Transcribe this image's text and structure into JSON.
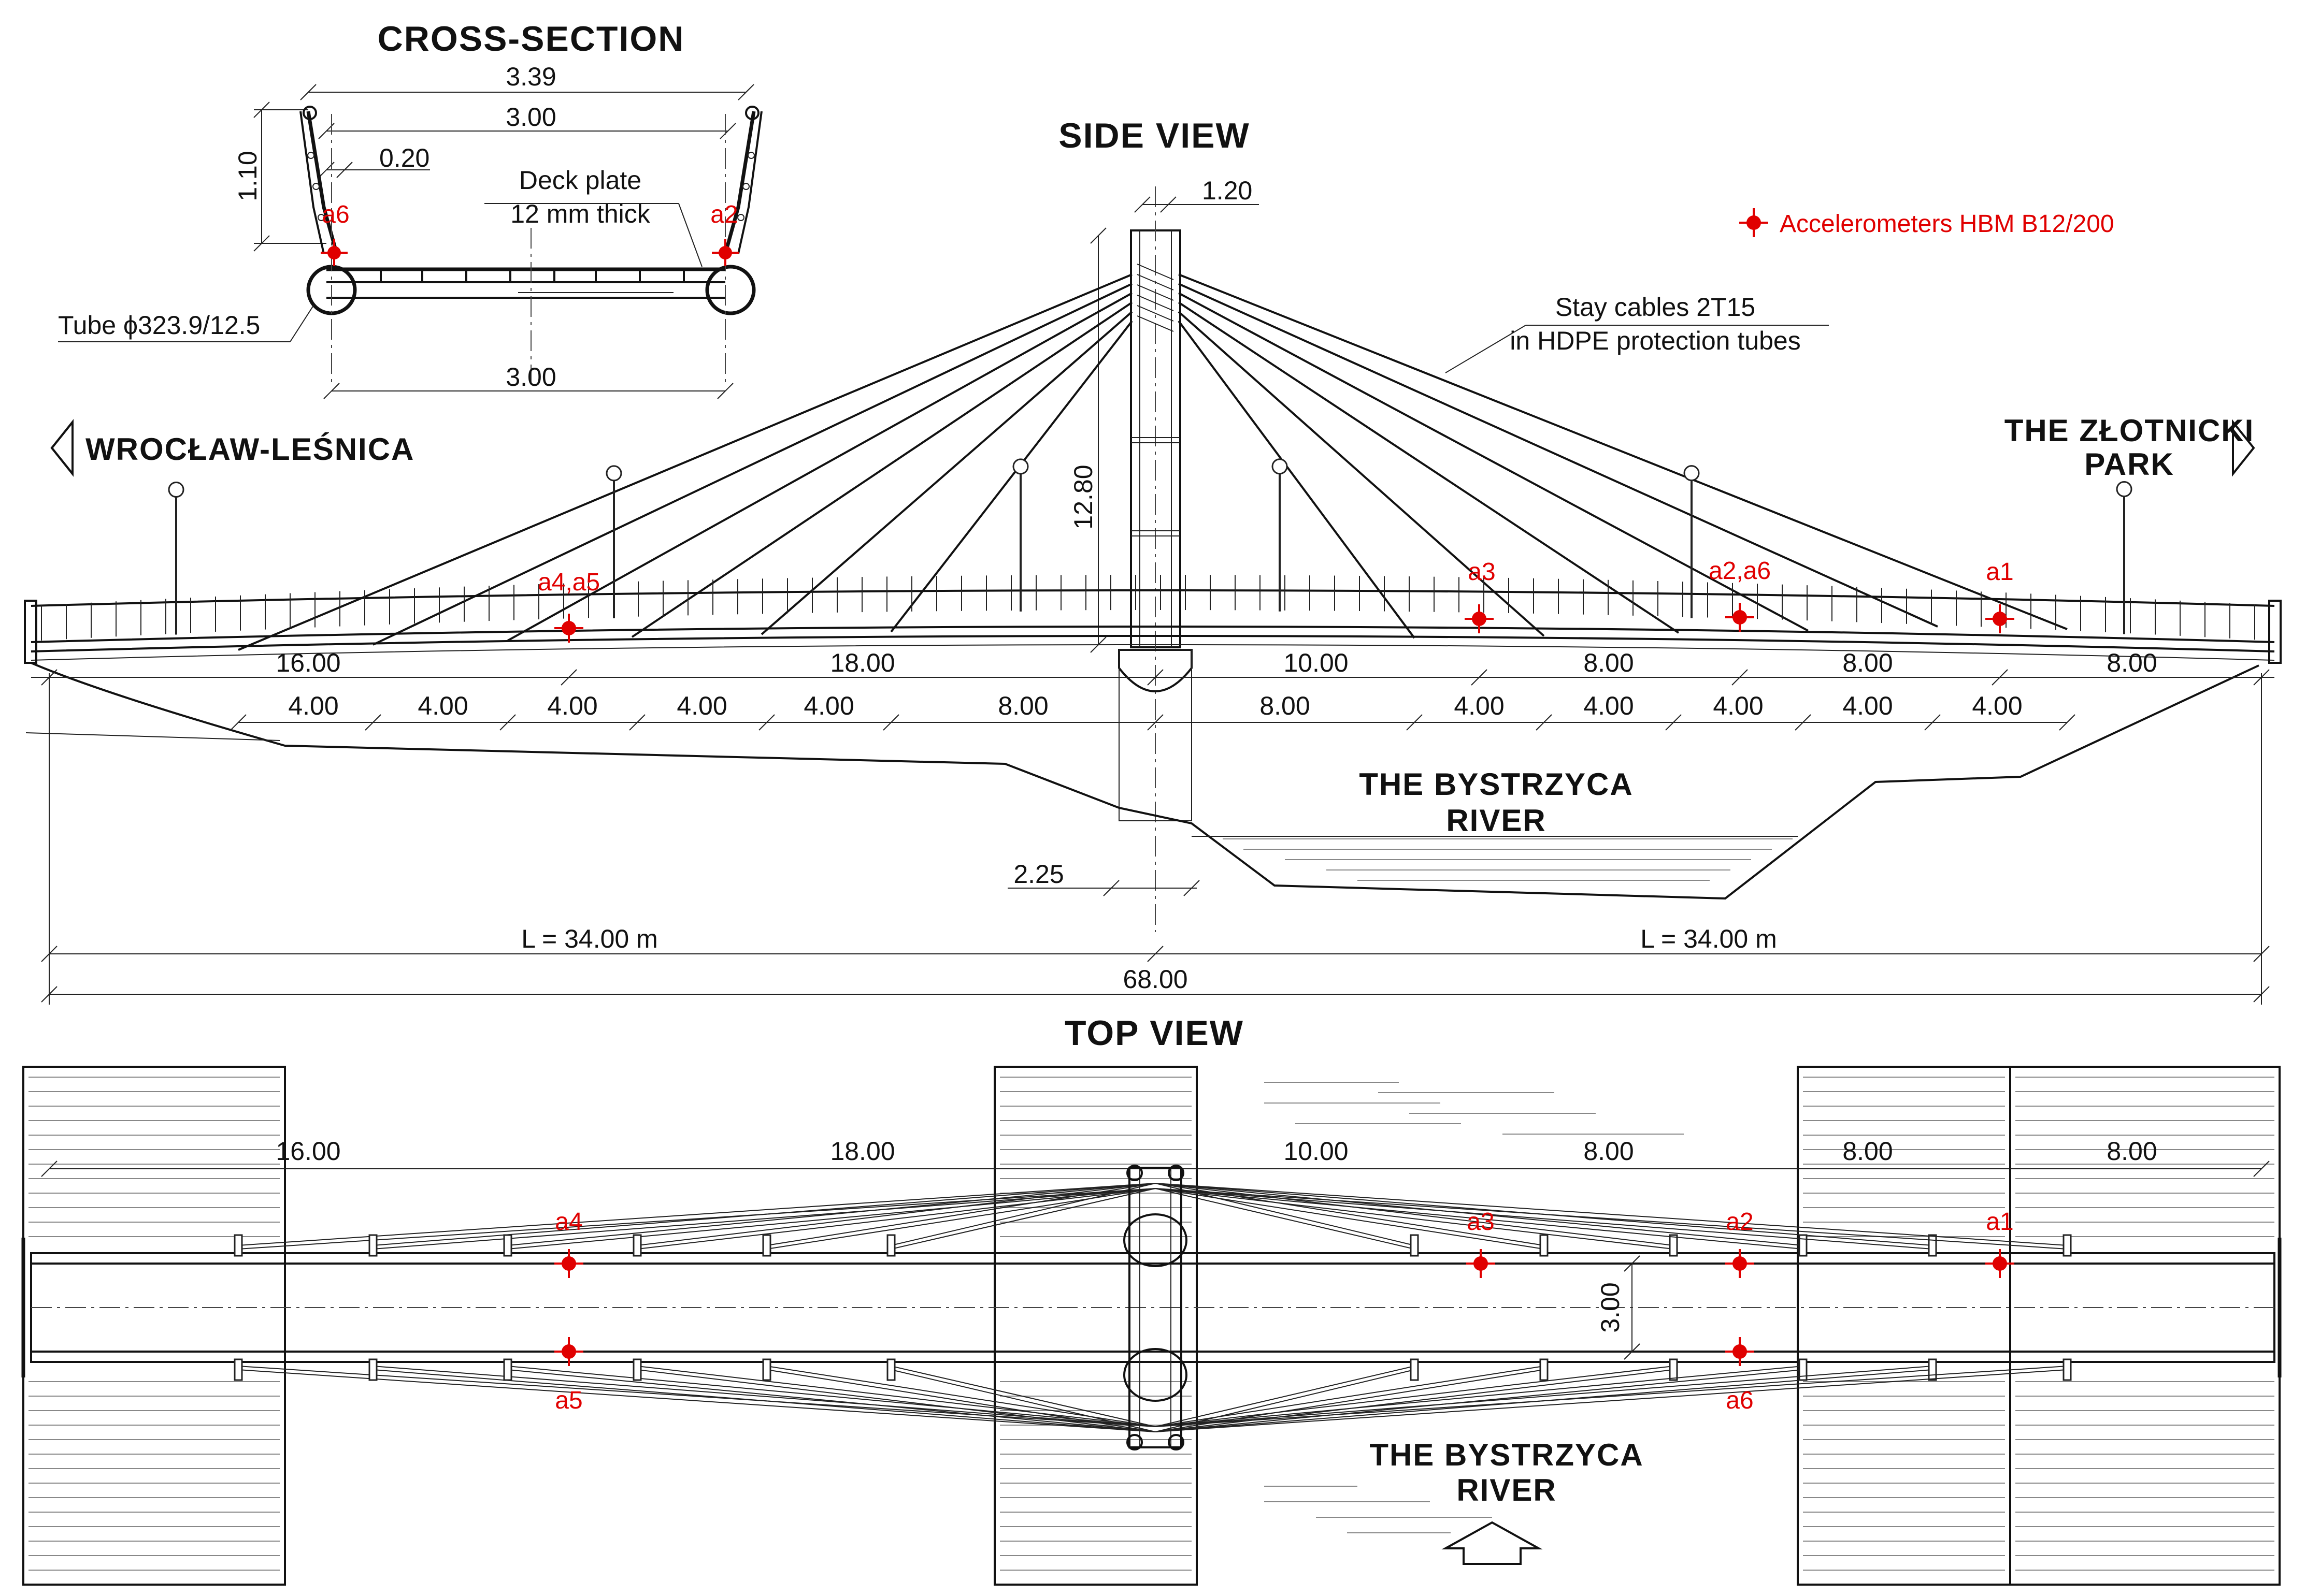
{
  "titles": {
    "cross_section": "CROSS-SECTION",
    "side_view": "SIDE VIEW",
    "top_view": "TOP VIEW"
  },
  "cross_section": {
    "dim_total_width": "3.39",
    "dim_inner_width": "3.00",
    "dim_offset": "0.20",
    "dim_height": "1.10",
    "dim_bottom_width": "3.00",
    "deck_plate_line1": "Deck plate",
    "deck_plate_line2": "12 mm thick",
    "tube_label": "Tube ϕ323.9/12.5",
    "sensor_left": "a6",
    "sensor_right": "a2"
  },
  "legend": {
    "accelerometers": "Accelerometers HBM B12/200",
    "marker_color": "#e00000"
  },
  "side_view": {
    "pylon_width": "1.20",
    "pylon_height": "12.80",
    "stay_cables_line1": "Stay cables 2T15",
    "stay_cables_line2": "in HDPE protection tubes",
    "left_direction": "WROCŁAW-LEŚNICA",
    "right_direction_line1": "THE ZŁOTNICKI",
    "right_direction_line2": "PARK",
    "river_line1": "THE BYSTRZYCA",
    "river_line2": "RIVER",
    "span_dims": [
      "16.00",
      "18.00",
      "10.00",
      "8.00",
      "8.00",
      "8.00"
    ],
    "sub_dims": [
      "4.00",
      "4.00",
      "4.00",
      "4.00",
      "4.00",
      "8.00",
      "8.00",
      "4.00",
      "4.00",
      "4.00",
      "4.00",
      "4.00"
    ],
    "pier_width": "2.25",
    "half_span_left": "L = 34.00 m",
    "half_span_right": "L = 34.00 m",
    "total_length": "68.00",
    "sensors": [
      "a4,a5",
      "a3",
      "a2,a6",
      "a1"
    ]
  },
  "top_view": {
    "span_dims": [
      "16.00",
      "18.00",
      "10.00",
      "8.00",
      "8.00",
      "8.00"
    ],
    "deck_width": "3.00",
    "river_line1": "THE BYSTRZYCA",
    "river_line2": "RIVER",
    "sensors_upper": [
      "a4",
      "a3",
      "a2",
      "a1"
    ],
    "sensors_lower": [
      "a5",
      "a6"
    ]
  }
}
